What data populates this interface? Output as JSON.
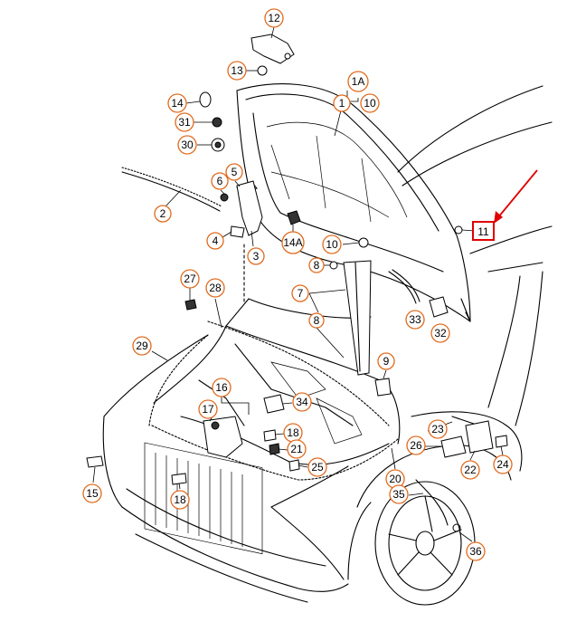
{
  "highlight_color": "#e00000",
  "callout_color": "#e06a1e",
  "callouts": {
    "c12": "12",
    "c13": "13",
    "c1a": "1A",
    "c1": "1",
    "c10a": "10",
    "c14": "14",
    "c31": "31",
    "c30": "30",
    "c5": "5",
    "c6": "6",
    "c2": "2",
    "c4": "4",
    "c3": "3",
    "c14a": "14A",
    "c10b": "10",
    "c11": "11",
    "c8a": "8",
    "c7": "7",
    "c8b": "8",
    "c33": "33",
    "c32": "32",
    "c27": "27",
    "c28": "28",
    "c29": "29",
    "c9": "9",
    "c16": "16",
    "c17": "17",
    "c34": "34",
    "c18a": "18",
    "c21": "21",
    "c25": "25",
    "c23": "23",
    "c26": "26",
    "c22": "22",
    "c24": "24",
    "c15": "15",
    "c18b": "18",
    "c20": "20",
    "c35": "35",
    "c36": "36"
  }
}
